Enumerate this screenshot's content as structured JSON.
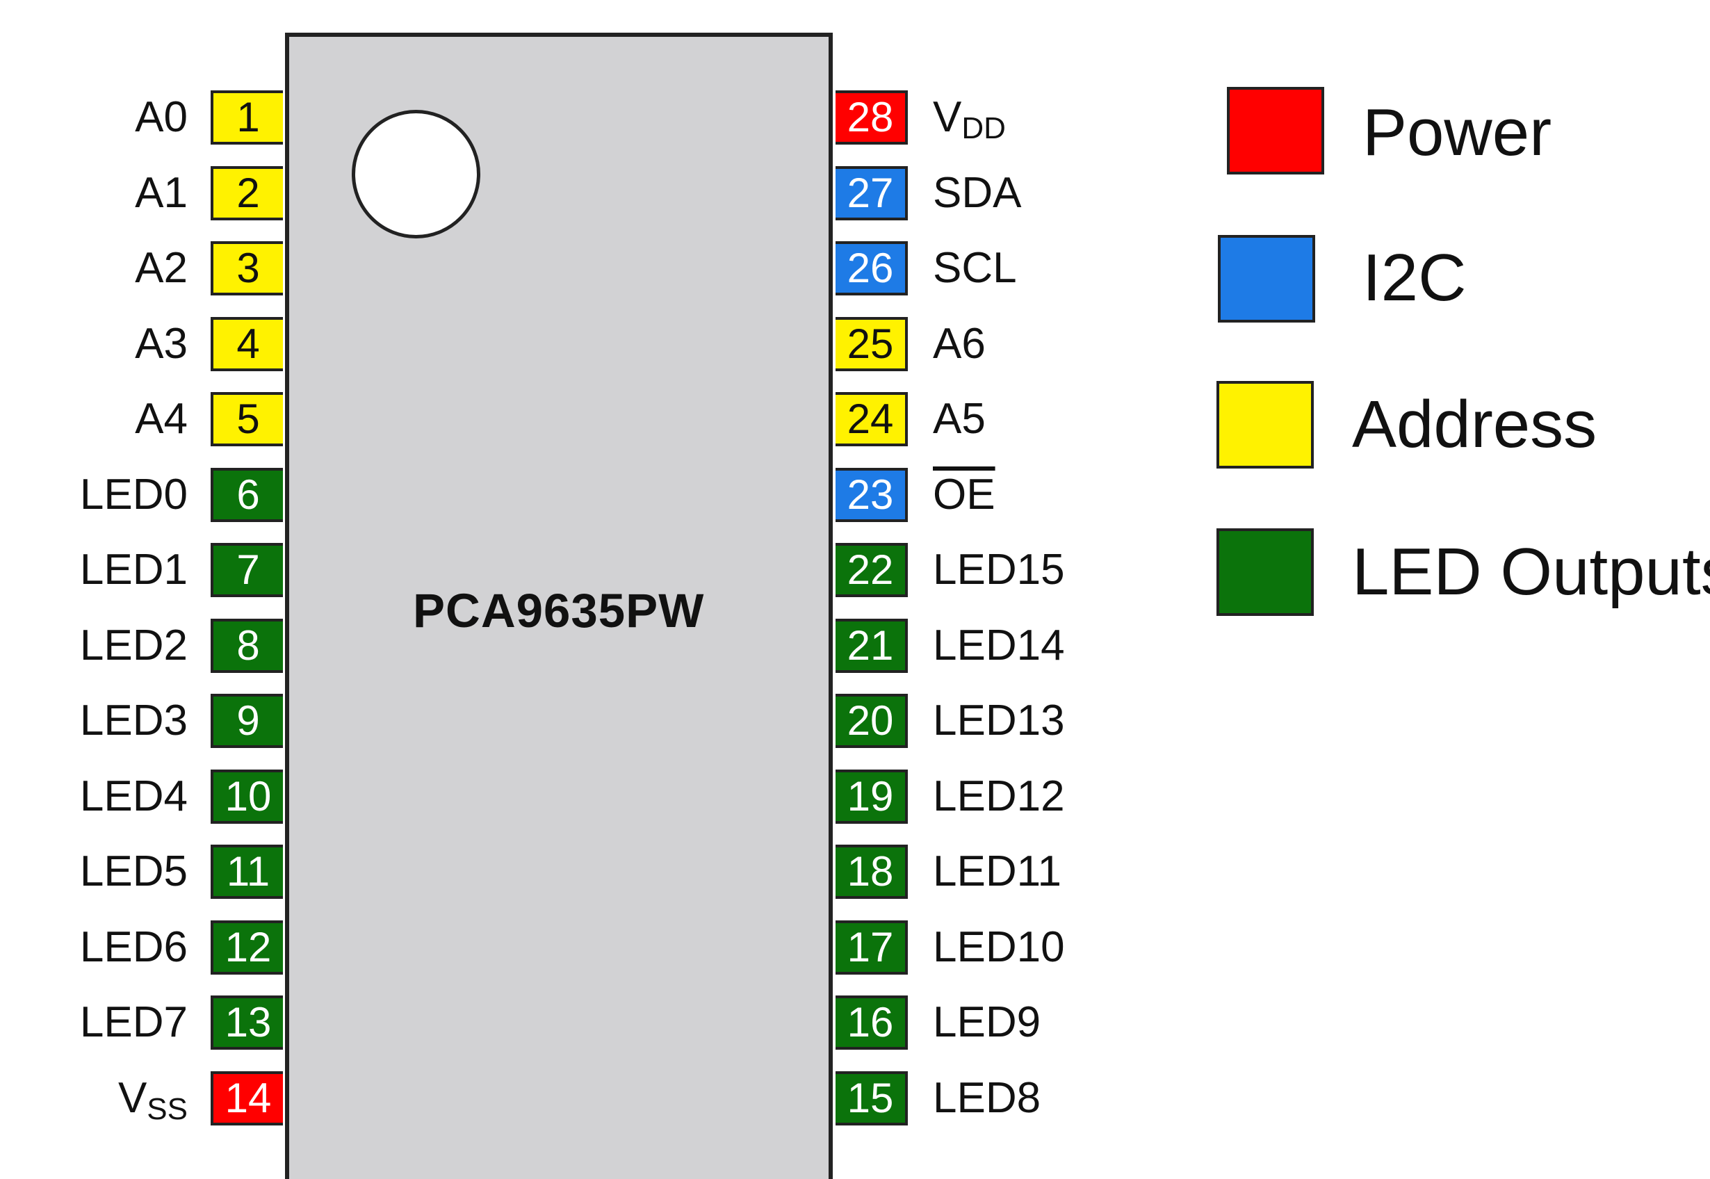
{
  "chip_name": "PCA9635PW",
  "colors": {
    "power": "#ff0000",
    "i2c": "#1e7be6",
    "address": "#fff200",
    "led": "#0b730b"
  },
  "legend": [
    {
      "label": "Power",
      "category": "power"
    },
    {
      "label": "I2C",
      "category": "i2c"
    },
    {
      "label": "Address",
      "category": "address"
    },
    {
      "label": "LED Outputs",
      "category": "led"
    }
  ],
  "left_pins": [
    {
      "num": "1",
      "name": "A0",
      "category": "address"
    },
    {
      "num": "2",
      "name": "A1",
      "category": "address"
    },
    {
      "num": "3",
      "name": "A2",
      "category": "address"
    },
    {
      "num": "4",
      "name": "A3",
      "category": "address"
    },
    {
      "num": "5",
      "name": "A4",
      "category": "address"
    },
    {
      "num": "6",
      "name": "LED0",
      "category": "led"
    },
    {
      "num": "7",
      "name": "LED1",
      "category": "led"
    },
    {
      "num": "8",
      "name": "LED2",
      "category": "led"
    },
    {
      "num": "9",
      "name": "LED3",
      "category": "led"
    },
    {
      "num": "10",
      "name": "LED4",
      "category": "led"
    },
    {
      "num": "11",
      "name": "LED5",
      "category": "led"
    },
    {
      "num": "12",
      "name": "LED6",
      "category": "led"
    },
    {
      "num": "13",
      "name": "LED7",
      "category": "led"
    },
    {
      "num": "14",
      "name": "V",
      "sub": "SS",
      "category": "power"
    }
  ],
  "right_pins": [
    {
      "num": "28",
      "name": "V",
      "sub": "DD",
      "category": "power"
    },
    {
      "num": "27",
      "name": "SDA",
      "category": "i2c"
    },
    {
      "num": "26",
      "name": "SCL",
      "category": "i2c"
    },
    {
      "num": "25",
      "name": "A6",
      "category": "address"
    },
    {
      "num": "24",
      "name": "A5",
      "category": "address"
    },
    {
      "num": "23",
      "name": "OE",
      "overline": true,
      "category": "i2c"
    },
    {
      "num": "22",
      "name": "LED15",
      "category": "led"
    },
    {
      "num": "21",
      "name": "LED14",
      "category": "led"
    },
    {
      "num": "20",
      "name": "LED13",
      "category": "led"
    },
    {
      "num": "19",
      "name": "LED12",
      "category": "led"
    },
    {
      "num": "18",
      "name": "LED11",
      "category": "led"
    },
    {
      "num": "17",
      "name": "LED10",
      "category": "led"
    },
    {
      "num": "16",
      "name": "LED9",
      "category": "led"
    },
    {
      "num": "15",
      "name": "LED8",
      "category": "led"
    }
  ]
}
